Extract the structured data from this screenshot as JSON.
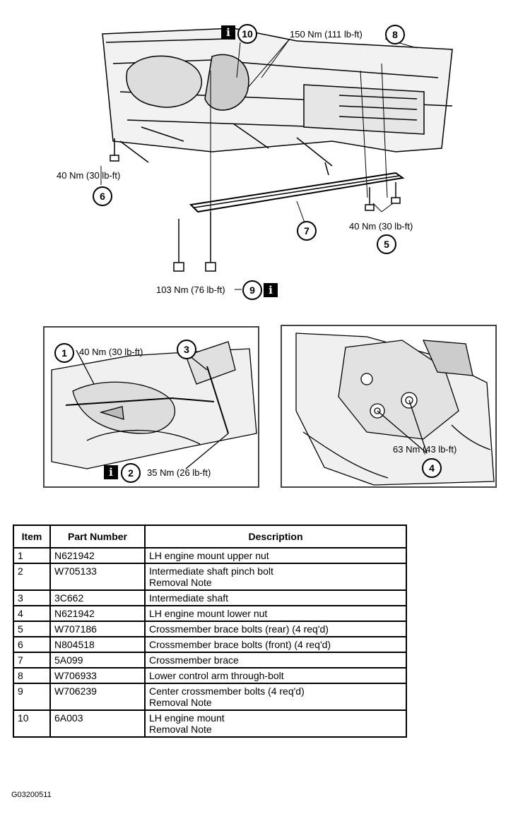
{
  "main_diagram": {
    "labels": {
      "top_torque": "150 Nm (111 lb-ft)",
      "left_torque": "40 Nm (30 lb-ft)",
      "right_torque": "40 Nm (30 lb-ft)",
      "bottom_torque": "103 Nm (76 lb-ft)"
    },
    "callouts": {
      "c10": "10",
      "c8": "8",
      "c6": "6",
      "c7": "7",
      "c5": "5",
      "c9": "9"
    },
    "info_glyph": "i"
  },
  "inset_left": {
    "torque_1": "40 Nm (30 lb-ft)",
    "torque_2": "35 Nm (26 lb-ft)",
    "callouts": {
      "c1": "1",
      "c2": "2",
      "c3": "3"
    }
  },
  "inset_right": {
    "torque_4": "63 Nm (43 lb-ft)",
    "callouts": {
      "c4": "4"
    }
  },
  "table": {
    "headers": {
      "item": "Item",
      "part": "Part Number",
      "desc": "Description"
    },
    "rows": [
      {
        "item": "1",
        "part": "N621942",
        "desc": "LH engine mount upper nut",
        "note": ""
      },
      {
        "item": "2",
        "part": "W705133",
        "desc": "Intermediate shaft pinch bolt",
        "note": "Removal Note"
      },
      {
        "item": "3",
        "part": "3C662",
        "desc": "Intermediate shaft",
        "note": ""
      },
      {
        "item": "4",
        "part": "N621942",
        "desc": "LH engine mount lower nut",
        "note": ""
      },
      {
        "item": "5",
        "part": "W707186",
        "desc": "Crossmember brace bolts (rear) (4 req'd)",
        "note": ""
      },
      {
        "item": "6",
        "part": "N804518",
        "desc": "Crossmember brace bolts (front) (4 req'd)",
        "note": ""
      },
      {
        "item": "7",
        "part": "5A099",
        "desc": "Crossmember brace",
        "note": ""
      },
      {
        "item": "8",
        "part": "W706933",
        "desc": "Lower control arm through-bolt",
        "note": ""
      },
      {
        "item": "9",
        "part": "W706239",
        "desc": "Center crossmember bolts (4 req'd)",
        "note": "Removal Note"
      },
      {
        "item": "10",
        "part": "6A003",
        "desc": "LH engine mount",
        "note": "Removal Note"
      }
    ]
  },
  "footer": {
    "code": "G03200511"
  }
}
